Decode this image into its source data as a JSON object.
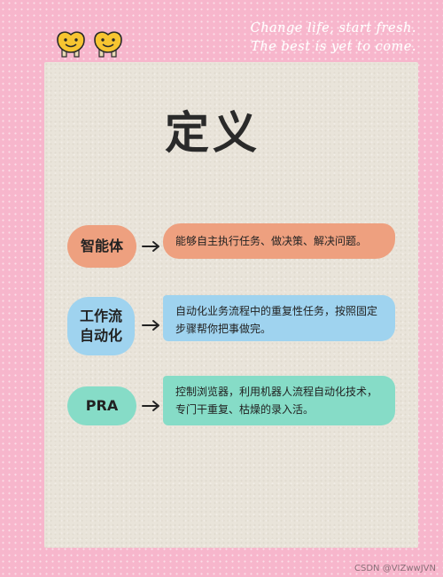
{
  "header": {
    "tagline_line1": "Change life, start fresh.",
    "tagline_line2": "The best is yet to come."
  },
  "title": "定义",
  "items": [
    {
      "label": "智能体",
      "description": "能够自主执行任务、做决策、解决问题。"
    },
    {
      "label_line1": "工作流",
      "label_line2": "自动化",
      "description": "自动化业务流程中的重复性任务，按照固定步骤帮你把事做完。"
    },
    {
      "label": "PRA",
      "description": "控制浏览器，利用机器人流程自动化技术，专门干重复、枯燥的录入活。"
    }
  ],
  "watermark": "CSDN @VIZwwJVN",
  "colors": {
    "background_pink": "#f7b6cc",
    "paper": "#e9e4da",
    "row1_orange": "#eea07f",
    "row2_blue": "#9fd3ef",
    "row3_green": "#86dcc7"
  },
  "icons": [
    "smiley-icon",
    "arrow-right-icon"
  ]
}
